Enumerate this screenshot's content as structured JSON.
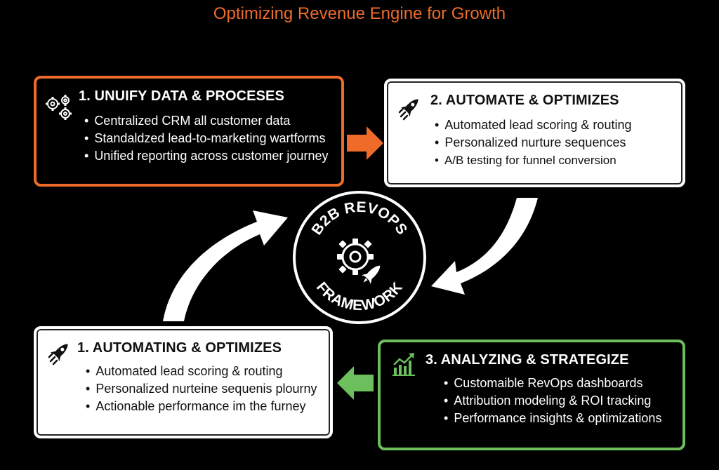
{
  "title": "Optimizing Revenue Engine for Growth",
  "colors": {
    "orange": "#ee6b2a",
    "green": "#6cbf5c",
    "white": "#ffffff",
    "background": "#000000"
  },
  "center": {
    "top_text": "B2B REVOPS",
    "bottom_text": "FRAMEWORK",
    "icon": "gear-rocket-icon"
  },
  "cards": [
    {
      "id": "unify",
      "heading": "1. UNUIFY DATA & PROCESES",
      "icon": "gears-icon",
      "items": [
        "Centralized CRM all customer data",
        "Standaldzed lead-to-marketing wartforms",
        "Unified reporting across customer journey"
      ]
    },
    {
      "id": "automate",
      "heading": "2. AUTOMATE & OPTIMIZES",
      "icon": "rocket-icon",
      "items": [
        "Automated lead scoring & routing",
        "Personalized nurture sequences",
        "A/B testing for funnel conversion"
      ]
    },
    {
      "id": "analyze",
      "heading": "3. ANALYZING & STRATEGIZE",
      "icon": "growth-chart-icon",
      "items": [
        "Customaible RevOps dashboards",
        "Attribution modeling & ROI tracking",
        "Performance insights & optimizations"
      ]
    },
    {
      "id": "automating",
      "heading": "1. AUTOMATING & OPTIMIZES",
      "icon": "rocket-icon",
      "items": [
        "Automated lead scoring & routing",
        "Personalized nurteine sequenis plourny",
        "Actionable performance im the furney"
      ]
    }
  ]
}
